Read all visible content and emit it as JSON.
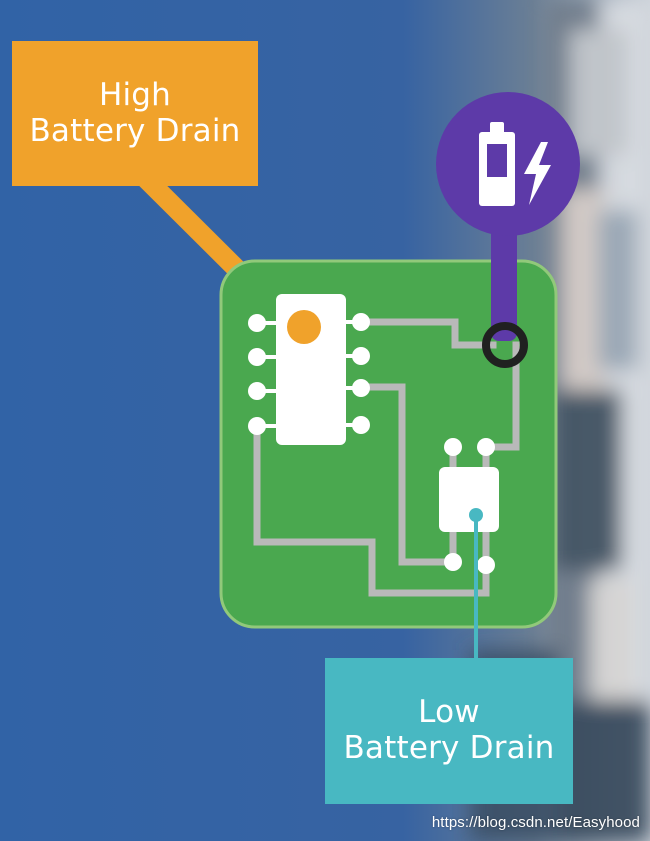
{
  "callouts": {
    "high": {
      "line1": "High",
      "line2": "Battery Drain",
      "color": "#f0a22b"
    },
    "low": {
      "line1": "Low",
      "line2": "Battery Drain",
      "color": "#48b8c2"
    }
  },
  "icons": {
    "battery": "battery-charging-icon"
  },
  "watermark": "https://blog.csdn.net/Easyhood",
  "colors": {
    "background": "#33619f",
    "board": "#4aa84f",
    "trace": "#b9b9b9",
    "chip": "#ffffff",
    "power_pin": "#5d3aa8",
    "pin_ring": "#202020"
  }
}
